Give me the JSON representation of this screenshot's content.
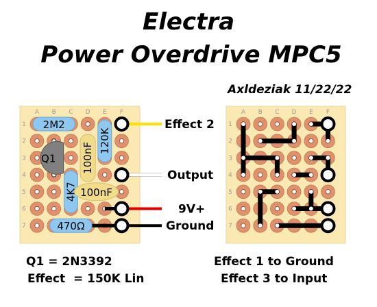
{
  "title": "Electra",
  "subtitle": "Power Overdrive MPC5",
  "author": "Axldeziak 11/22/22",
  "board": {
    "columns": [
      "A",
      "B",
      "C",
      "D",
      "E",
      "F"
    ],
    "rows": [
      "1",
      "2",
      "3",
      "4",
      "5",
      "6",
      "7"
    ]
  },
  "components": {
    "r_2m2": "2M2",
    "q1": "Q1",
    "c_100nf_vertical": "100nF",
    "r_120k": "120K",
    "r_4k7": "4K7",
    "c_100nf_horizontal": "100nF",
    "r_470": "470Ω"
  },
  "connections": {
    "effect2": "Effect 2",
    "output": "Output",
    "vplus": "9V+",
    "ground": "Ground"
  },
  "wire_colors": {
    "effect2": "#ffe000",
    "output": "#ffffff",
    "vplus": "#e00000",
    "ground": "#000000"
  },
  "notes": {
    "q1_part": "Q1 = 2N3392",
    "effect_pot": "Effect  = 150K Lin",
    "wiring1": "Effect 1 to Ground",
    "wiring2": "Effect 3 to Input"
  }
}
